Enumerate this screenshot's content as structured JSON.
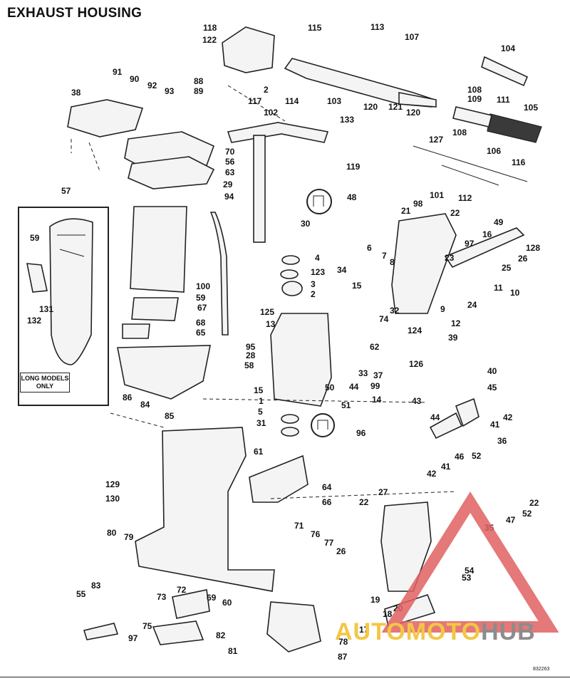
{
  "title": "EXHAUST HOUSING",
  "note": "LONG MODELS ONLY",
  "watermark": {
    "part1": "AUTOMOTO",
    "part2": "HUB"
  },
  "drawing_code": "832263",
  "callouts": [
    "118",
    "115",
    "113",
    "122",
    "107",
    "104",
    "91",
    "90",
    "92",
    "93",
    "88",
    "89",
    "117",
    "2",
    "114",
    "103",
    "108",
    "109",
    "111",
    "105",
    "38",
    "120",
    "121",
    "120",
    "133",
    "102",
    "127",
    "108",
    "70",
    "56",
    "63",
    "29",
    "119",
    "106",
    "116",
    "57",
    "101",
    "112",
    "94",
    "48",
    "21",
    "98",
    "22",
    "59",
    "30",
    "49",
    "16",
    "97",
    "128",
    "26",
    "4",
    "25",
    "6",
    "7",
    "8",
    "34",
    "123",
    "59",
    "3",
    "100",
    "2",
    "23",
    "131",
    "132",
    "67",
    "15",
    "11",
    "10",
    "125",
    "13",
    "68",
    "65",
    "32",
    "9",
    "12",
    "24",
    "124",
    "74",
    "62",
    "39",
    "95",
    "28",
    "58",
    "126",
    "15",
    "50",
    "33",
    "37",
    "99",
    "44",
    "40",
    "45",
    "1",
    "51",
    "14",
    "43",
    "5",
    "31",
    "96",
    "44",
    "41",
    "42",
    "86",
    "84",
    "85",
    "61",
    "46",
    "36",
    "52",
    "42",
    "41",
    "129",
    "64",
    "22",
    "130",
    "27",
    "66",
    "52",
    "47",
    "80",
    "79",
    "71",
    "76",
    "77",
    "22",
    "35",
    "26",
    "72",
    "83",
    "55",
    "54",
    "53",
    "73",
    "69",
    "60",
    "75",
    "19",
    "18",
    "20",
    "82",
    "17",
    "81",
    "97",
    "78",
    "87"
  ]
}
